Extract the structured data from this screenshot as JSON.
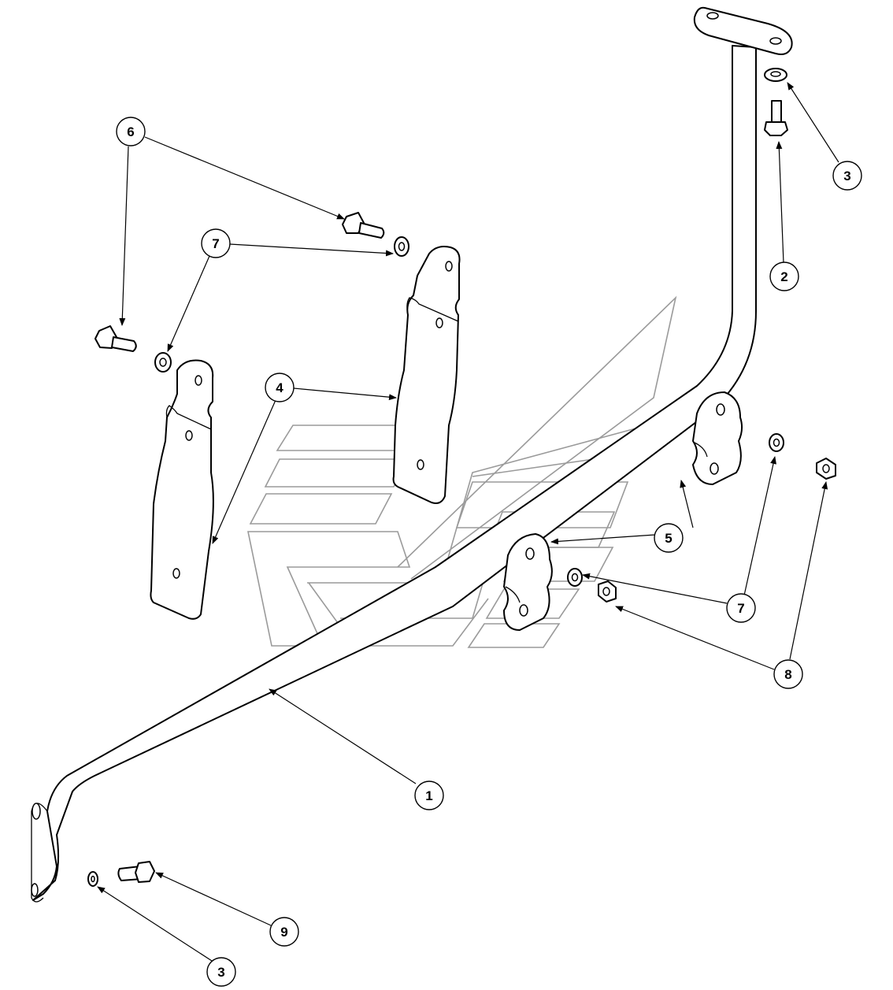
{
  "balloons": [
    {
      "id": "b1",
      "label": "1"
    },
    {
      "id": "b2",
      "label": "2"
    },
    {
      "id": "b3a",
      "label": "3"
    },
    {
      "id": "b3b",
      "label": "3"
    },
    {
      "id": "b4",
      "label": "4"
    },
    {
      "id": "b5",
      "label": "5"
    },
    {
      "id": "b6",
      "label": "6"
    },
    {
      "id": "b7a",
      "label": "7"
    },
    {
      "id": "b7b",
      "label": "7"
    },
    {
      "id": "b8",
      "label": "8"
    },
    {
      "id": "b9",
      "label": "9"
    }
  ],
  "colors": {
    "line": "#000000",
    "watermark": "#9a9a9a",
    "background": "#ffffff"
  }
}
